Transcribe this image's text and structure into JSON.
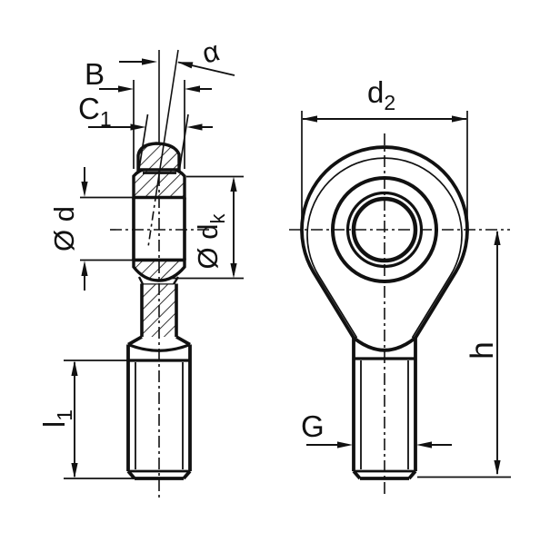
{
  "drawing": {
    "background": "#ffffff",
    "line_color": "#111111",
    "views": {
      "side_section": {
        "dimensions": {
          "ball_width": "B",
          "ring_width_main": "C",
          "ring_width_sub": "1",
          "tilt_angle": "α",
          "bore_diameter": "Ø d",
          "ball_diameter_main": "Ø d",
          "ball_diameter_sub": "k",
          "thread_length_main": "l",
          "thread_length_sub": "1"
        }
      },
      "front": {
        "dimensions": {
          "head_diameter_main": "d",
          "head_diameter_sub": "2",
          "total_height": "h",
          "thread_size": "G"
        }
      }
    }
  }
}
